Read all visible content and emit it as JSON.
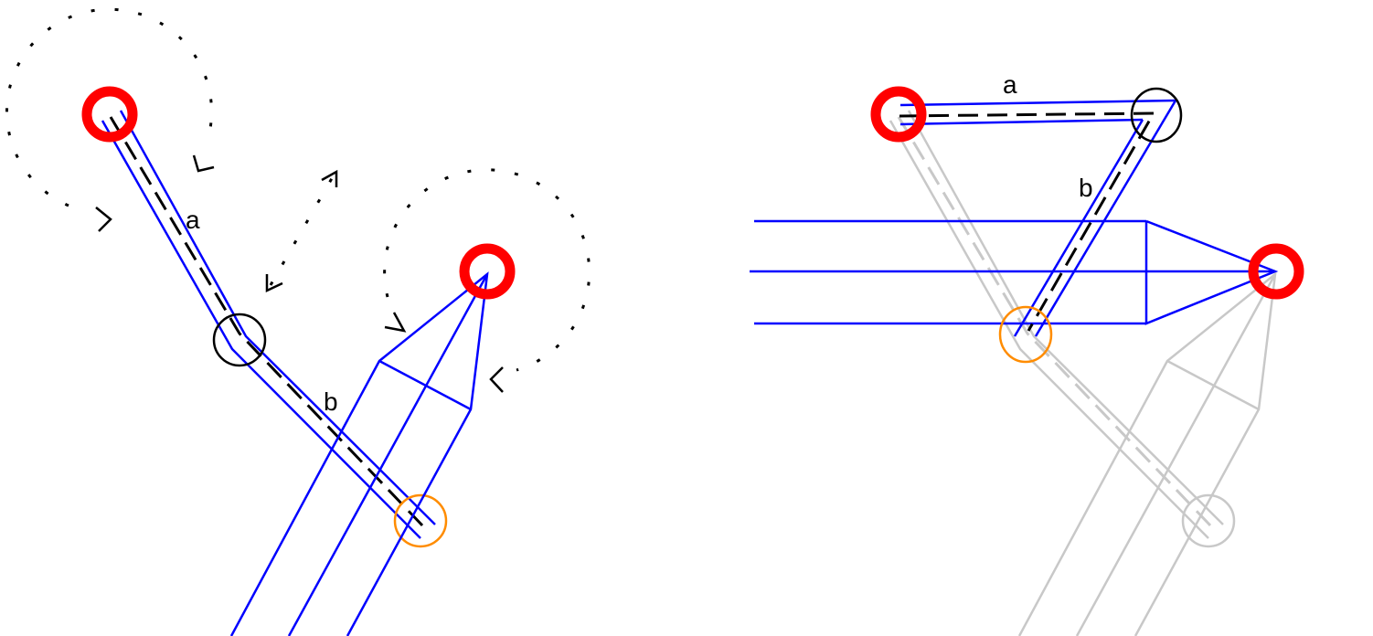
{
  "labels": {
    "left_a": "a",
    "left_b": "b",
    "right_a": "a",
    "right_b": "b"
  },
  "colors": {
    "anchor": "#ff0000",
    "beam": "#0000ff",
    "joint": "#000000",
    "end_effector": "#ff8c00",
    "ghost": "#c8c8c8"
  }
}
